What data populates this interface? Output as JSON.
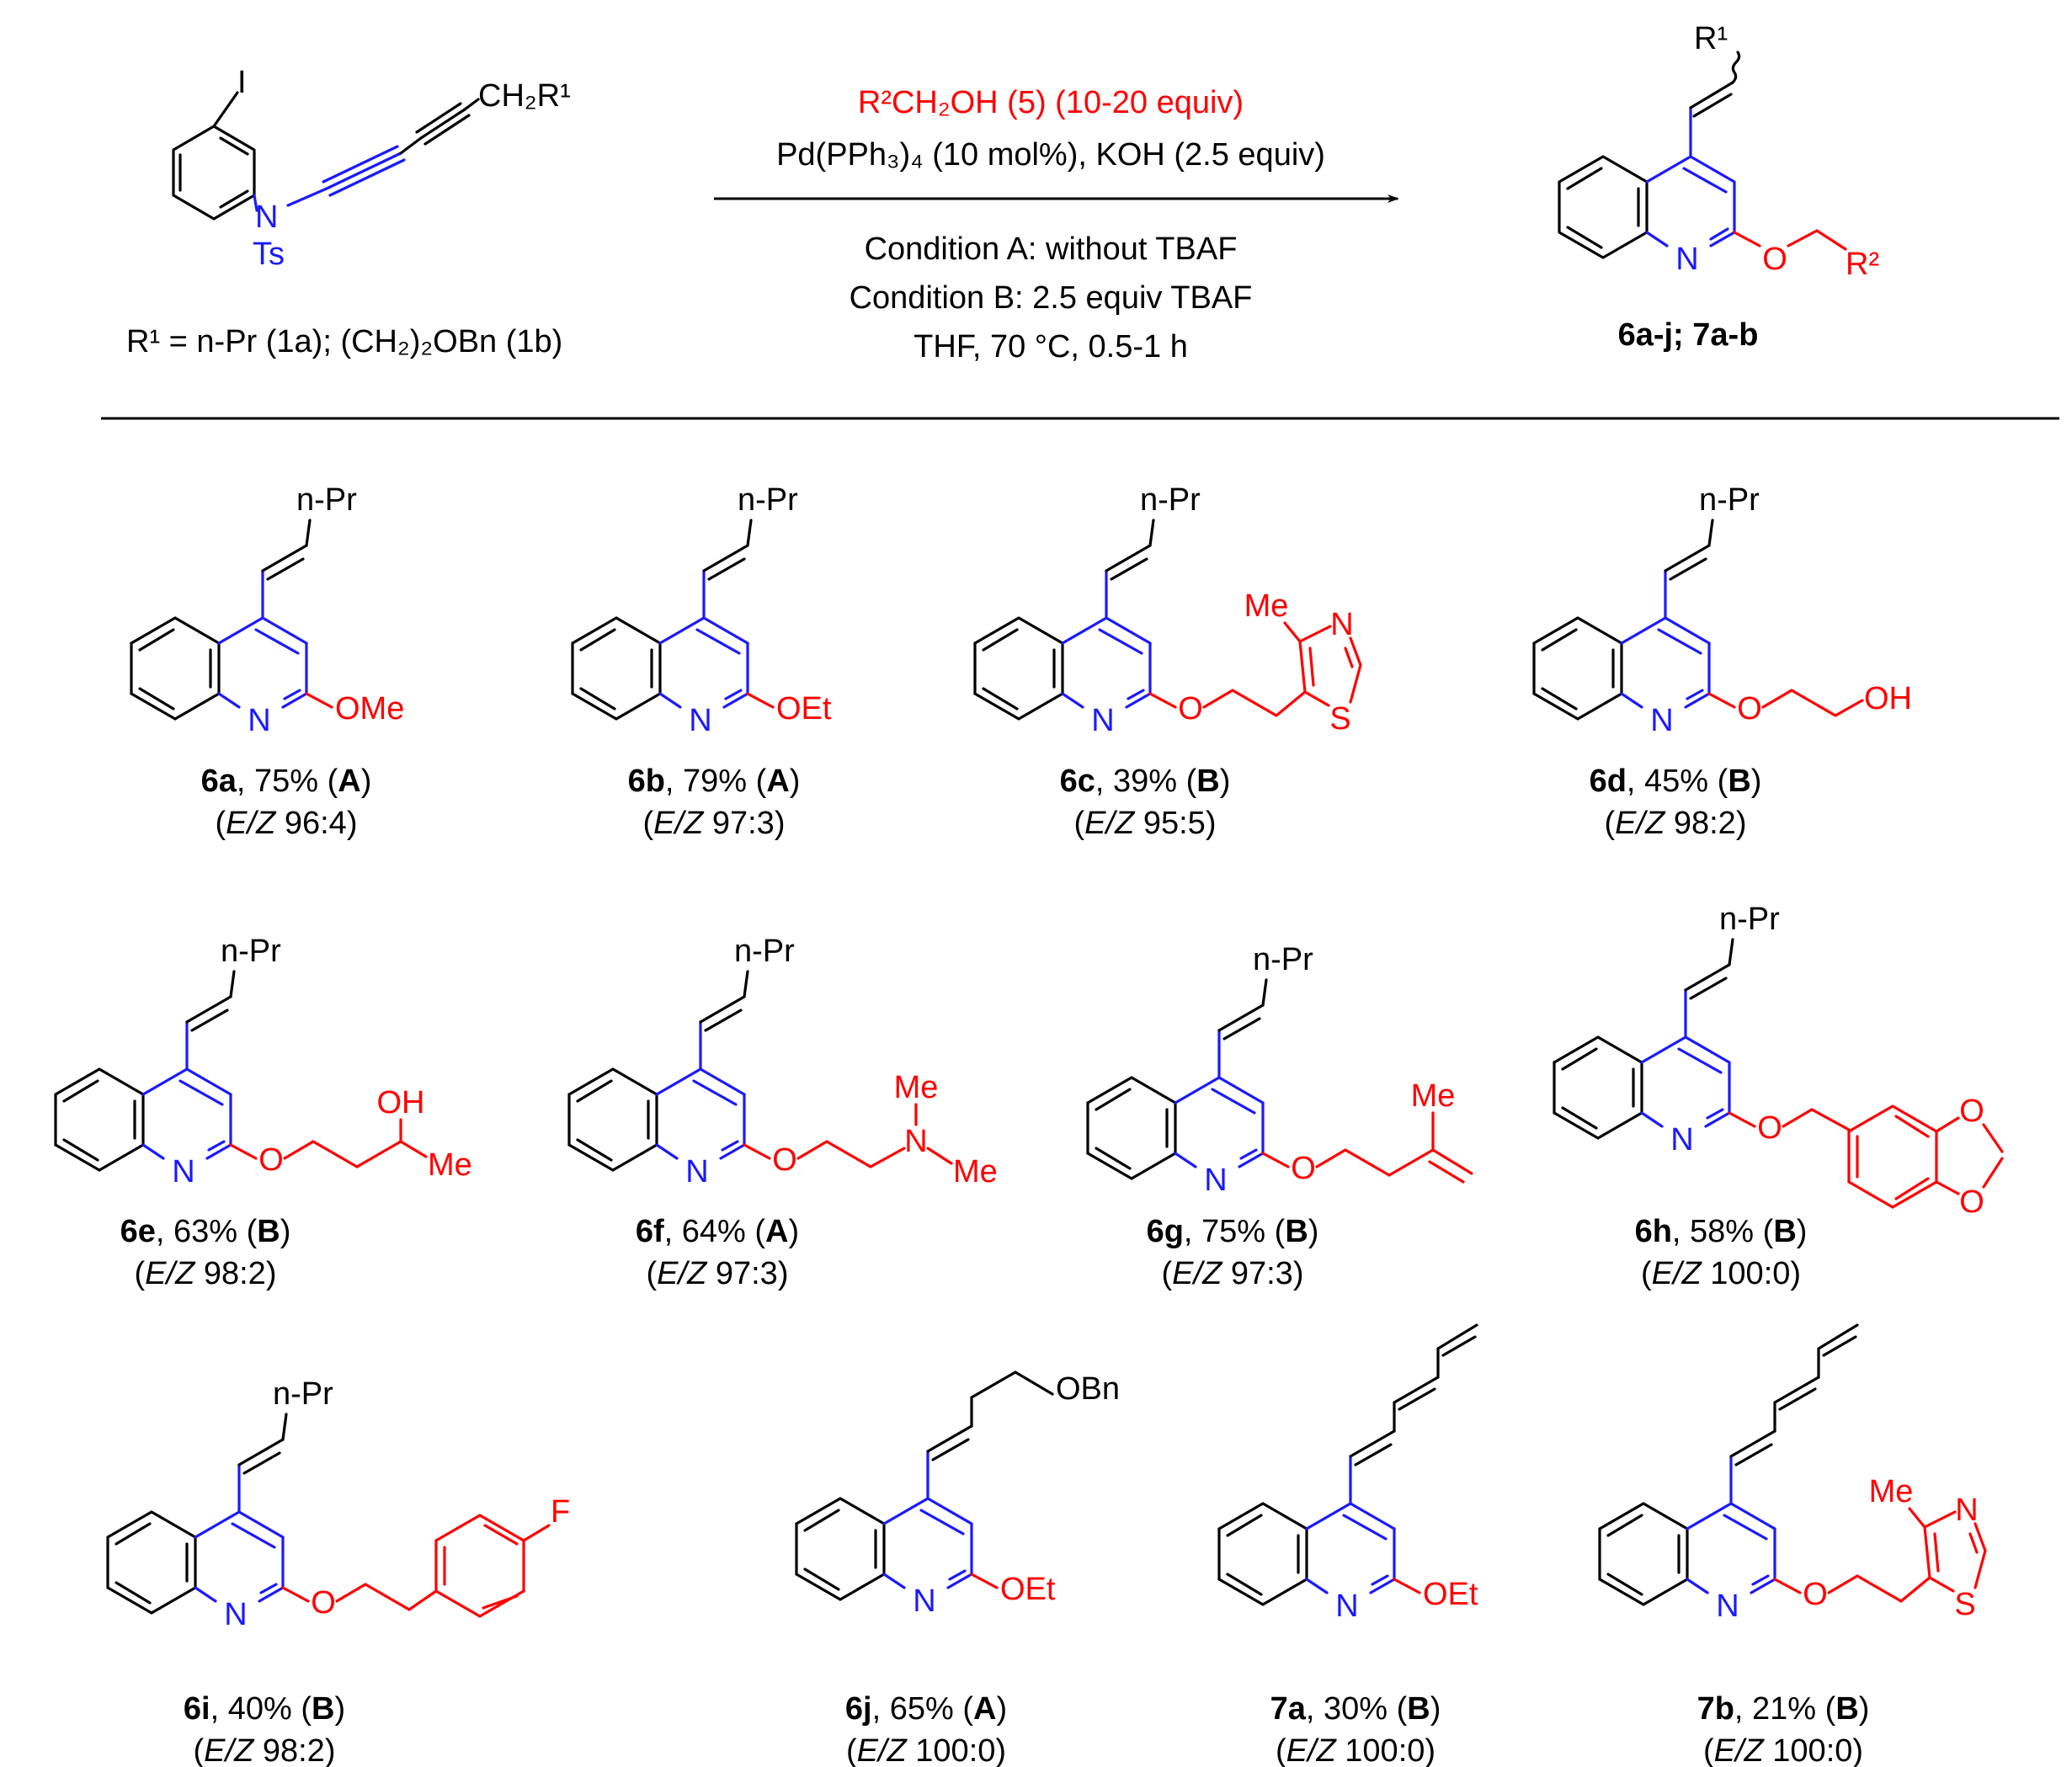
{
  "colors": {
    "black": "#000000",
    "blue": "#1a1aff",
    "red": "#ff0000"
  },
  "reactant": {
    "label_I": "I",
    "label_CH2R1": "CH₂R¹",
    "label_N": "N",
    "label_Ts": "Ts",
    "r1_definition": "R¹ = n-Pr (1a); (CH₂)₂OBn (1b)"
  },
  "conditions": {
    "line1": "R²CH₂OH (5) (10-20 equiv)",
    "line2": "Pd(PPh₃)₄ (10 mol%), KOH (2.5 equiv)",
    "line3": "Condition A: without TBAF",
    "line4": "Condition B: 2.5 equiv TBAF",
    "line5": "THF, 70 °C, 0.5-1 h"
  },
  "product_general": {
    "label_R1": "R¹",
    "label_N": "N",
    "label_O": "O",
    "label_R2": "R²",
    "compound_label": "6a-j; 7a-b"
  },
  "common_labels": {
    "N": "N",
    "O": "O",
    "nPr": "n-Pr",
    "S": "S",
    "Me": "Me",
    "OH": "OH",
    "F": "F",
    "OBn": "OBn"
  },
  "products": [
    {
      "id": "6a",
      "yield": "75%",
      "condition": "A",
      "ez": "96:4",
      "substituent": "OMe"
    },
    {
      "id": "6b",
      "yield": "79%",
      "condition": "A",
      "ez": "97:3",
      "substituent": "OEt"
    },
    {
      "id": "6c",
      "yield": "39%",
      "condition": "B",
      "ez": "95:5"
    },
    {
      "id": "6d",
      "yield": "45%",
      "condition": "B",
      "ez": "98:2"
    },
    {
      "id": "6e",
      "yield": "63%",
      "condition": "B",
      "ez": "98:2"
    },
    {
      "id": "6f",
      "yield": "64%",
      "condition": "A",
      "ez": "97:3"
    },
    {
      "id": "6g",
      "yield": "75%",
      "condition": "B",
      "ez": "97:3"
    },
    {
      "id": "6h",
      "yield": "58%",
      "condition": "B",
      "ez": "100:0"
    },
    {
      "id": "6i",
      "yield": "40%",
      "condition": "B",
      "ez": "98:2"
    },
    {
      "id": "6j",
      "yield": "65%",
      "condition": "A",
      "ez": "100:0",
      "substituent": "OEt"
    },
    {
      "id": "7a",
      "yield": "30%",
      "condition": "B",
      "ez": "100:0",
      "substituent": "OEt"
    },
    {
      "id": "7b",
      "yield": "21%",
      "condition": "B",
      "ez": "100:0"
    }
  ]
}
